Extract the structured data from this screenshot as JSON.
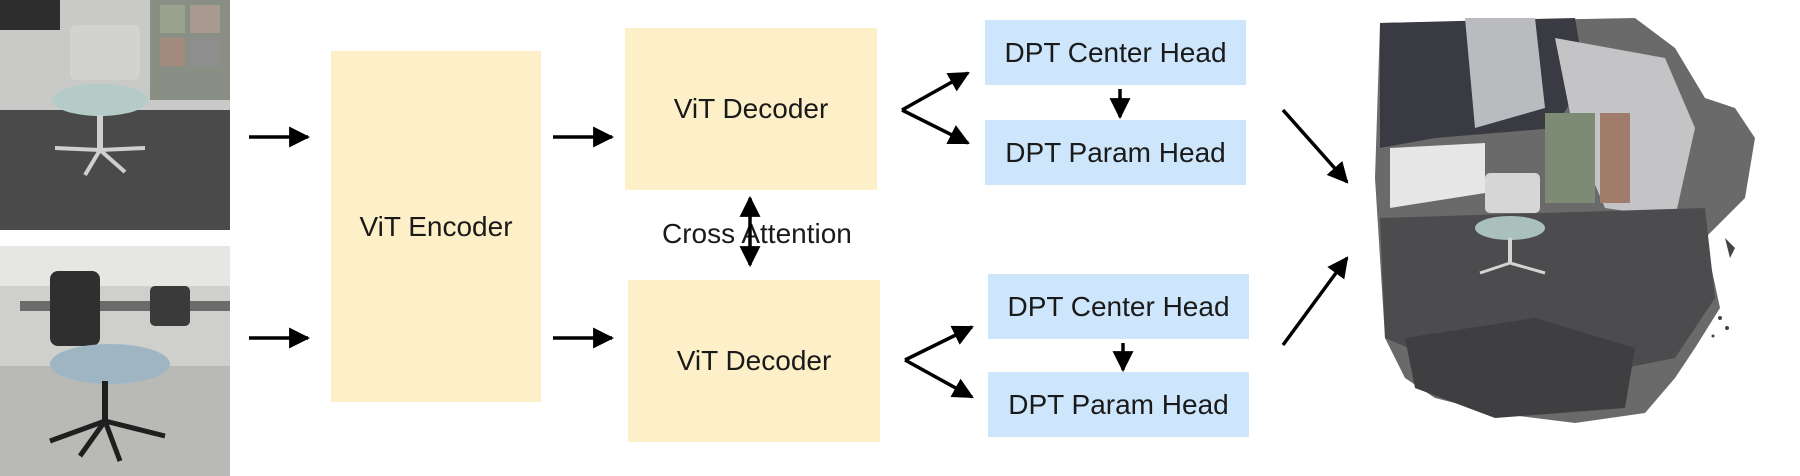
{
  "encoder": {
    "label": "ViT Encoder"
  },
  "decoder_top": {
    "label": "ViT Decoder"
  },
  "decoder_bottom": {
    "label": "ViT Decoder"
  },
  "cross_attention": {
    "label": "Cross Attention"
  },
  "heads_top": {
    "center": "DPT Center Head",
    "param": "DPT Param Head"
  },
  "heads_bottom": {
    "center": "DPT Center Head",
    "param": "DPT Param Head"
  },
  "colors": {
    "block_yellow": "#fdf0c8",
    "head_blue": "#cde6fb",
    "arrow": "#000000"
  }
}
